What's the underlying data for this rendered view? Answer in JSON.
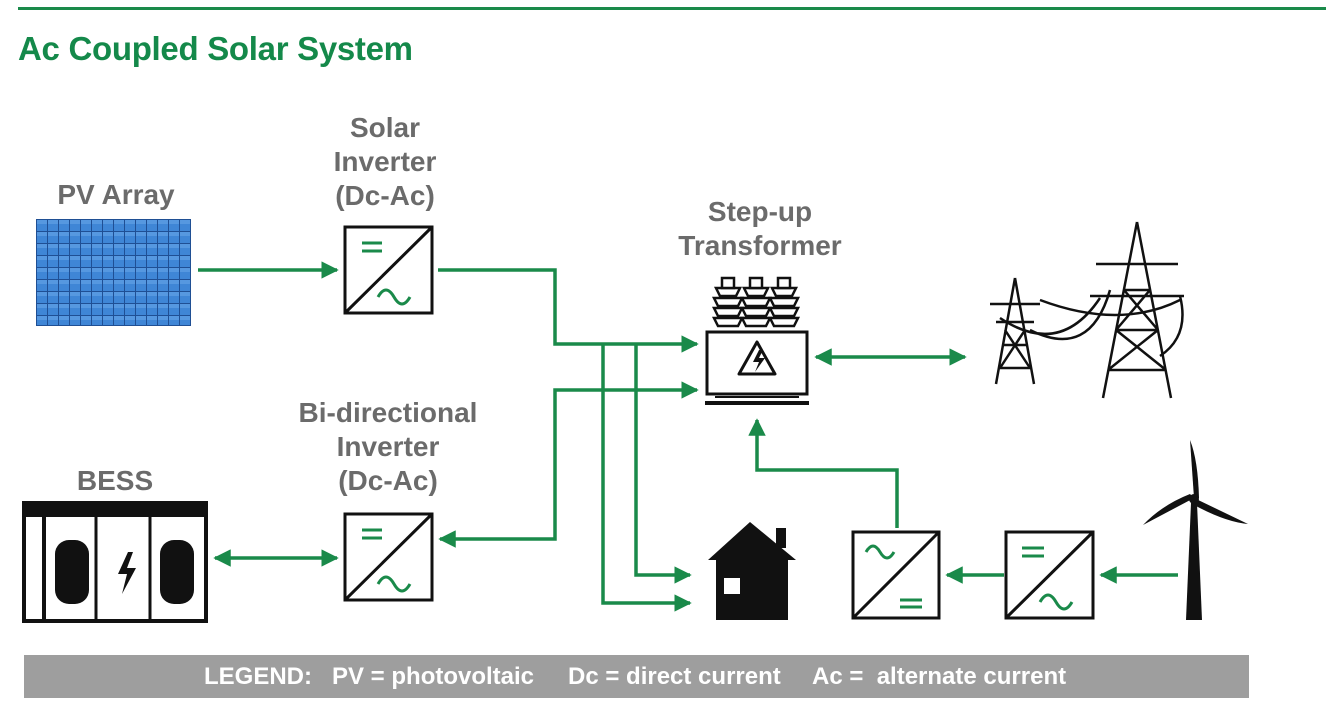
{
  "title": "Ac Coupled Solar System",
  "labels": {
    "pv_array": "PV Array",
    "solar_inverter": [
      "Solar",
      "Inverter",
      "(Dc-Ac)"
    ],
    "transformer": [
      "Step-up",
      "Transformer"
    ],
    "bidirectional_inverter": [
      "Bi-directional",
      "Inverter",
      "(Dc-Ac)"
    ],
    "bess": "BESS"
  },
  "legend": {
    "heading": "LEGEND:",
    "pv": "PV = photovoltaic",
    "dc": "Dc = direct current",
    "ac": "Ac =  alternate current"
  },
  "colors": {
    "accent": "#14894a",
    "line": "#1a8a4a",
    "label": "#6b6b6b",
    "legend_bg": "#9e9e9e",
    "panel": "#2f6fbf"
  },
  "icons": [
    "solar-panel-icon",
    "inverter-icon",
    "transformer-icon",
    "transmission-tower-icon",
    "battery-storage-icon",
    "house-icon",
    "wind-turbine-icon"
  ]
}
